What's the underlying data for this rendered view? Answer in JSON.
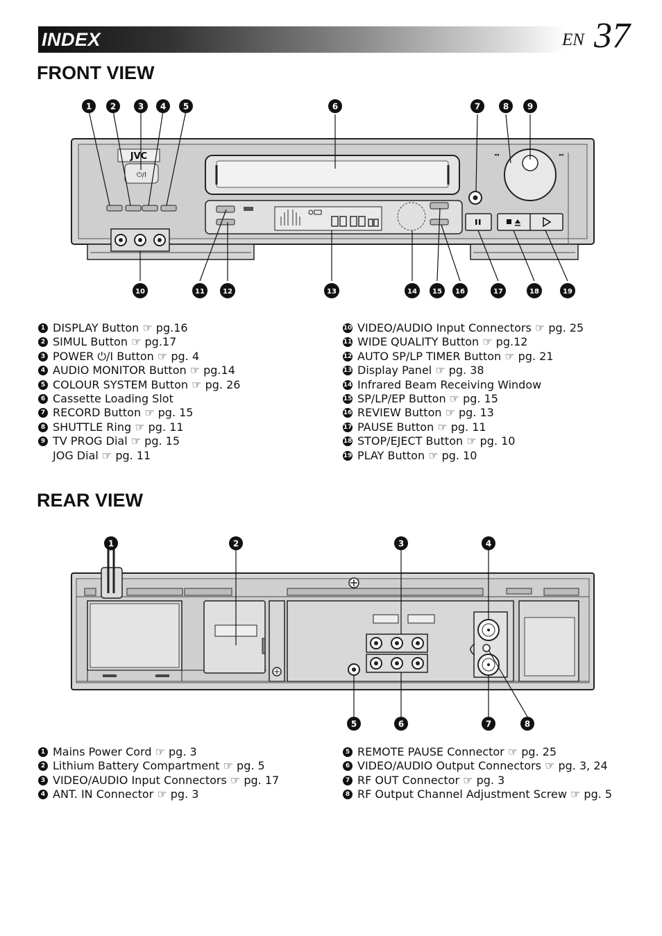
{
  "header": {
    "title": "INDEX",
    "lang": "EN",
    "page_number": "37"
  },
  "front": {
    "title": "FRONT VIEW",
    "brand_logo": "JVC",
    "power_symbol": "⏻/I",
    "callouts": [
      "1",
      "2",
      "3",
      "4",
      "5",
      "6",
      "7",
      "8",
      "9",
      "10",
      "11",
      "12",
      "13",
      "14",
      "15",
      "16",
      "17",
      "18",
      "19"
    ],
    "items_left": [
      {
        "n": "1",
        "text": "DISPLAY Button ☞ pg.16"
      },
      {
        "n": "2",
        "text": "SIMUL Button ☞ pg.17"
      },
      {
        "n": "3",
        "text": "POWER ⏻/I Button ☞ pg. 4"
      },
      {
        "n": "4",
        "text": "AUDIO MONITOR Button ☞ pg.14"
      },
      {
        "n": "5",
        "text": "COLOUR SYSTEM Button ☞ pg. 26"
      },
      {
        "n": "6",
        "text": "Cassette Loading Slot"
      },
      {
        "n": "7",
        "text": "RECORD Button ☞ pg. 15"
      },
      {
        "n": "8",
        "text": "SHUTTLE Ring ☞ pg. 11"
      },
      {
        "n": "9",
        "text": "TV PROG Dial ☞ pg. 15",
        "sub": "JOG Dial ☞ pg. 11"
      }
    ],
    "items_right": [
      {
        "n": "10",
        "text": "VIDEO/AUDIO Input Connectors ☞ pg. 25"
      },
      {
        "n": "11",
        "text": "WIDE QUALITY Button ☞ pg.12"
      },
      {
        "n": "12",
        "text": "AUTO SP/LP TIMER Button ☞ pg. 21"
      },
      {
        "n": "13",
        "text": "Display Panel ☞ pg. 38"
      },
      {
        "n": "14",
        "text": "Infrared Beam Receiving Window"
      },
      {
        "n": "15",
        "text": "SP/LP/EP Button ☞ pg. 15"
      },
      {
        "n": "16",
        "text": "REVIEW Button ☞ pg. 13"
      },
      {
        "n": "17",
        "text": "PAUSE Button ☞ pg. 11"
      },
      {
        "n": "18",
        "text": "STOP/EJECT Button ☞ pg. 10"
      },
      {
        "n": "19",
        "text": "PLAY Button ☞ pg. 10"
      }
    ]
  },
  "rear": {
    "title": "REAR VIEW",
    "callouts": [
      "1",
      "2",
      "3",
      "4",
      "5",
      "6",
      "7",
      "8"
    ],
    "items_left": [
      {
        "n": "1",
        "text": "Mains Power Cord ☞ pg. 3"
      },
      {
        "n": "2",
        "text": "Lithium Battery Compartment ☞ pg. 5"
      },
      {
        "n": "3",
        "text": "VIDEO/AUDIO Input Connectors ☞ pg. 17"
      },
      {
        "n": "4",
        "text": "ANT. IN Connector ☞ pg. 3"
      }
    ],
    "items_right": [
      {
        "n": "5",
        "text": "REMOTE PAUSE Connector ☞ pg. 25"
      },
      {
        "n": "6",
        "text": "VIDEO/AUDIO Output Connectors ☞ pg. 3, 24"
      },
      {
        "n": "7",
        "text": "RF OUT Connector ☞ pg. 3"
      },
      {
        "n": "8",
        "text": "RF Output Channel Adjustment Screw ☞ pg. 5"
      }
    ]
  }
}
